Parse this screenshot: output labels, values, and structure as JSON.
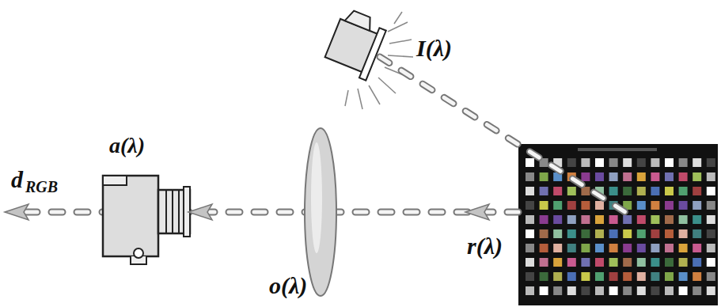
{
  "diagram": {
    "labels": [
      "I(λ)",
      "a(λ)",
      "d",
      "RGB",
      "o(λ)",
      "r(λ)"
    ]
  }
}
